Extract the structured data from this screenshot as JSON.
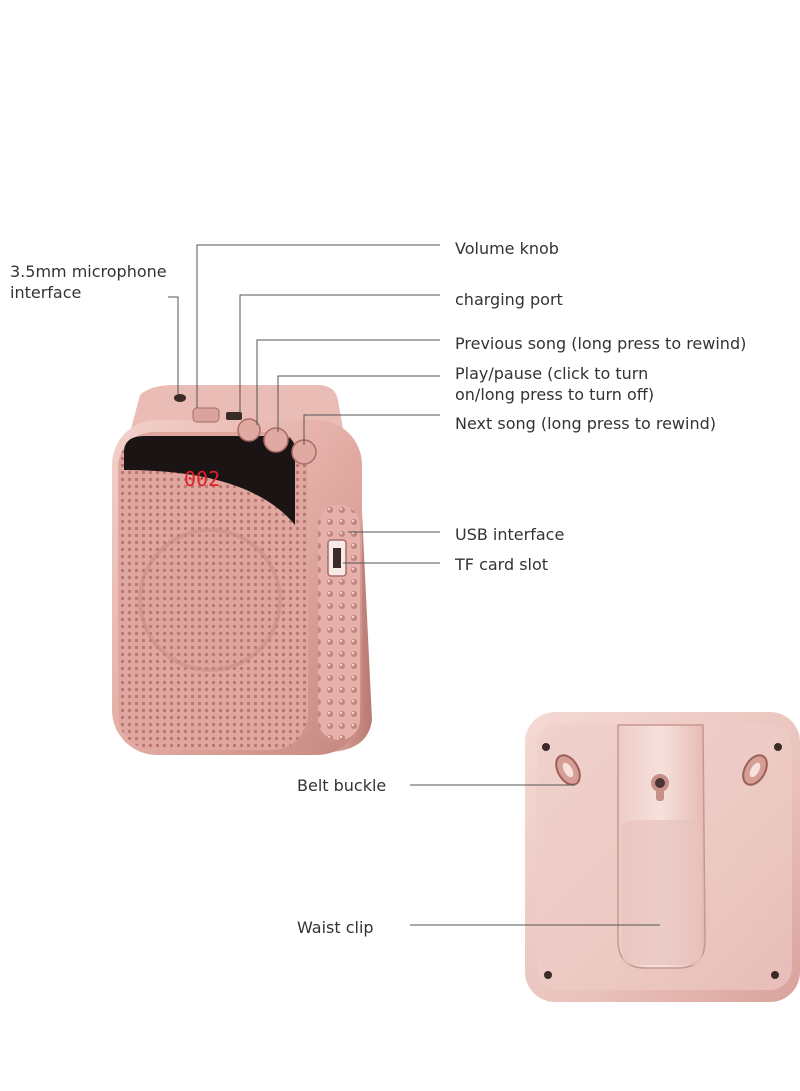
{
  "labels": {
    "mic_interface": "3.5mm microphone interface",
    "volume_knob": "Volume knob",
    "charging_port": "charging port",
    "previous_song": "Previous song (long press to rewind)",
    "play_pause": "Play/pause (click to turn on/long press to turn off)",
    "next_song": "Next song (long press to rewind)",
    "usb_interface": "USB interface",
    "tf_card_slot": "TF card slot",
    "belt_buckle": "Belt buckle",
    "waist_clip": "Waist clip"
  },
  "display": {
    "readout": "002"
  },
  "colors": {
    "body_rose_gold": "#e8b9b2",
    "body_shadow": "#c98f88",
    "highlight": "#f8e3df",
    "display_black": "#1a1414",
    "display_digits": "#e0202a",
    "leader_line": "#555555"
  }
}
